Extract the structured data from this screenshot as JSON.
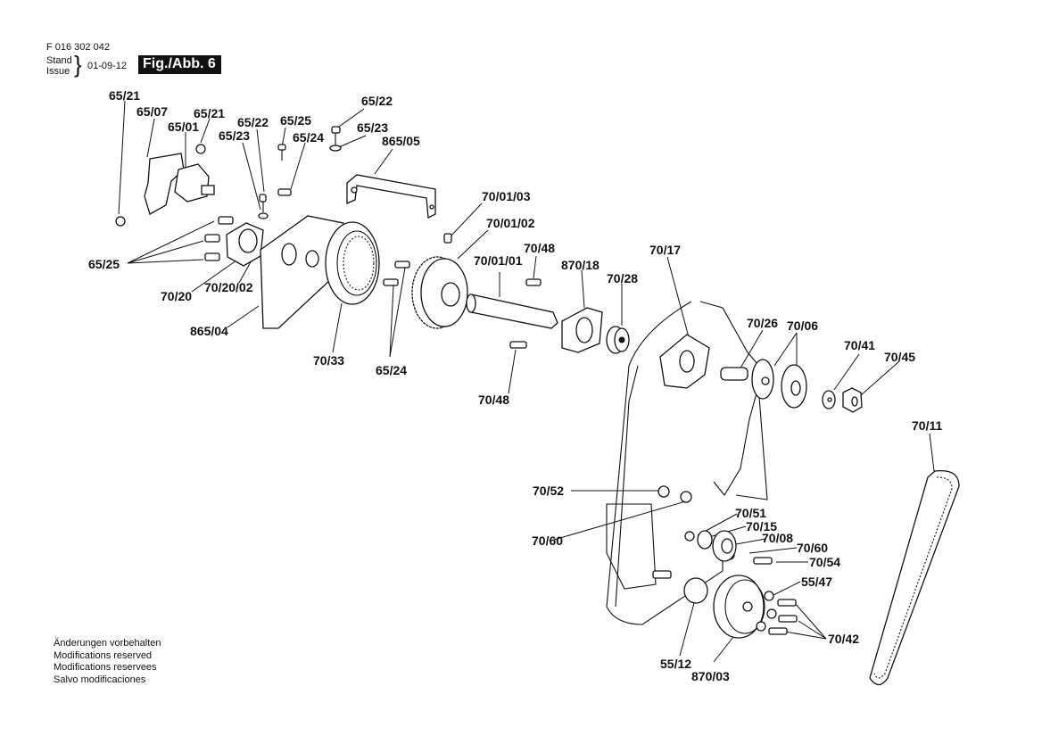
{
  "header": {
    "part_number": "F 016 302 042",
    "stand_label": "Stand",
    "issue_label": "Issue",
    "brace": "}",
    "date": "01-09-12",
    "figure": "Fig./Abb. 6"
  },
  "footer": {
    "lines": [
      "Änderungen vorbehalten",
      "Modifications reserved",
      "Modifications reservees",
      "Salvo modificaciones"
    ]
  },
  "labels": [
    "65/21",
    "65/07",
    "65/21",
    "65/01",
    "65/22",
    "65/25",
    "65/23",
    "65/24",
    "65/22",
    "65/23",
    "865/05",
    "65/25",
    "70/20",
    "70/20/02",
    "865/04",
    "70/33",
    "65/24",
    "70/01/03",
    "70/01/02",
    "70/48",
    "70/01/01",
    "870/18",
    "70/28",
    "70/48",
    "70/17",
    "70/26",
    "70/06",
    "70/41",
    "70/45",
    "70/11",
    "70/52",
    "70/51",
    "70/15",
    "70/60",
    "70/08",
    "70/60",
    "70/54",
    "55/47",
    "70/42",
    "55/12",
    "870/03"
  ]
}
